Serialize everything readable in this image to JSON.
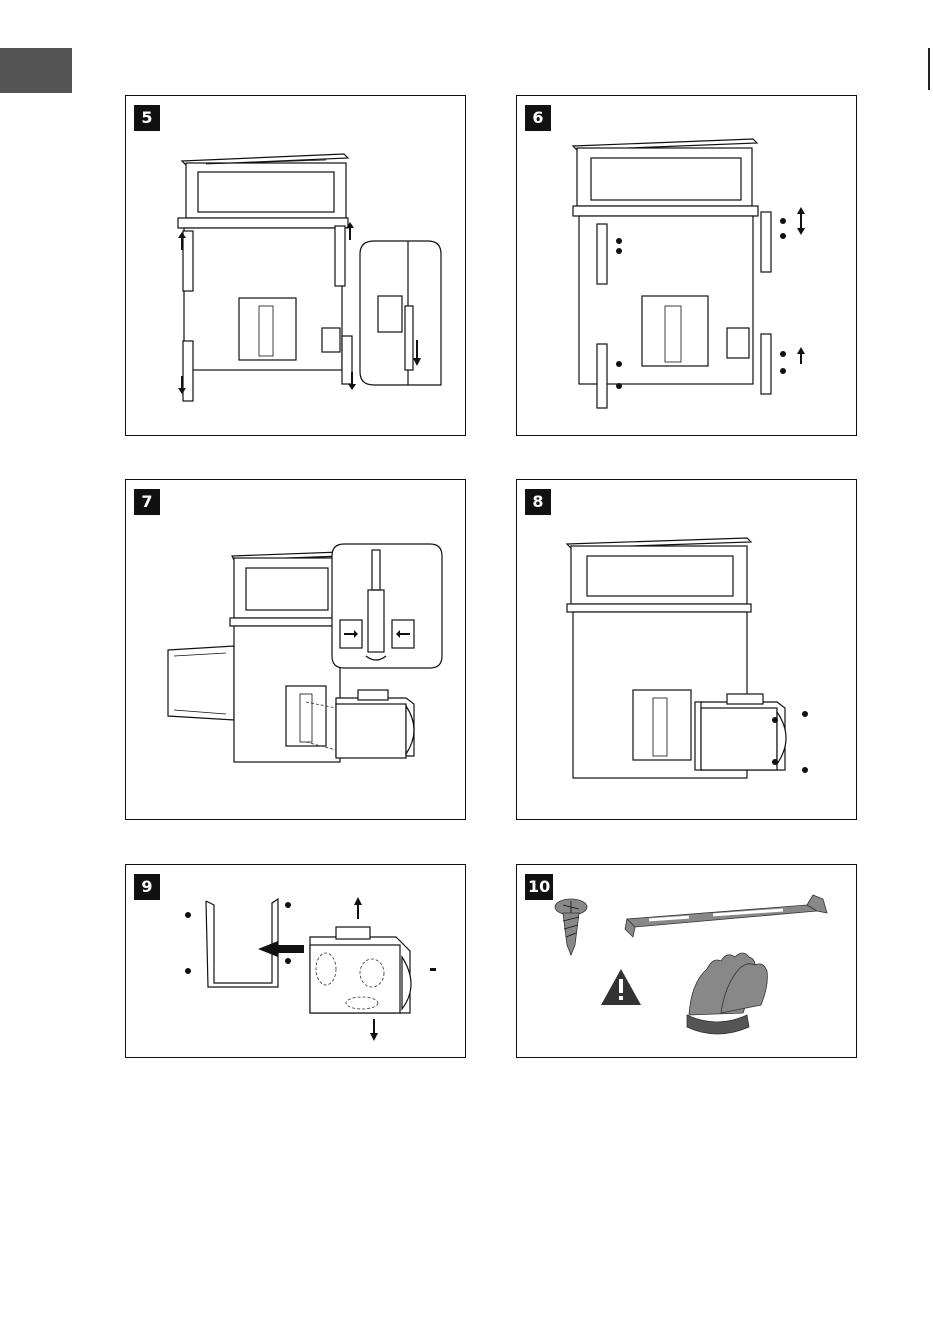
{
  "panels": [
    {
      "step": "5"
    },
    {
      "step": "6"
    },
    {
      "step": "7"
    },
    {
      "step": "8"
    },
    {
      "step": "9"
    },
    {
      "step": "10"
    }
  ],
  "icons": [
    "hood-frame-diagram",
    "rail-arrow-icon",
    "motor-box-diagram",
    "screw-icon",
    "mounting-bracket-icon",
    "warning-icon",
    "gloves-icon"
  ]
}
